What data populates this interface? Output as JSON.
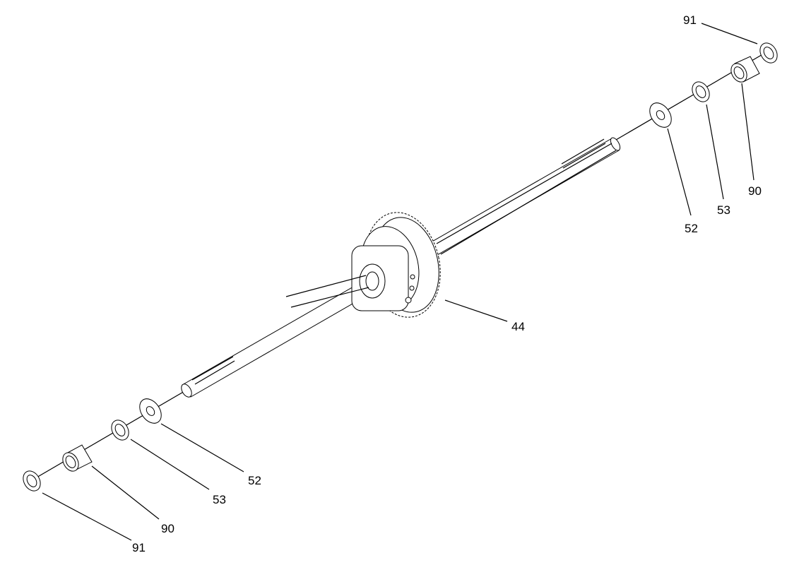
{
  "callouts": {
    "gear_assembly": "44",
    "right_washer": "52",
    "right_spacer": "53",
    "right_bushing": "90",
    "right_bearing": "91",
    "left_washer": "52",
    "left_spacer": "53",
    "left_bushing": "90",
    "left_bearing": "91"
  }
}
